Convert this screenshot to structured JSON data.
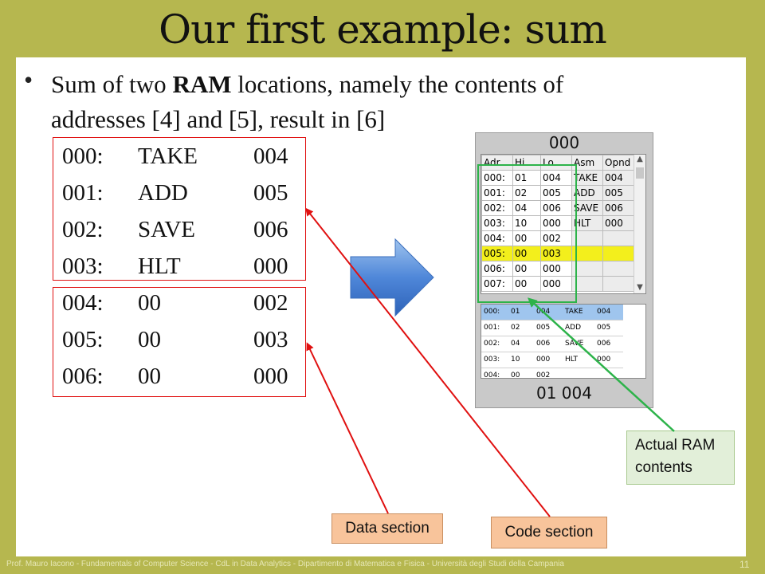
{
  "slide": {
    "title": "Our first example: sum",
    "bullet": "Sum of two RAM locations, namely the contents of addresses [4] and [5], result in [6]",
    "bullet_parts": [
      "Sum of two ",
      "RAM",
      " locations, namely the contents of",
      "addresses [4] and [5], result in [6]"
    ],
    "footer": "Prof. Mauro Iacono - Fundamentals of Computer  Science - CdL in Data Analytics - Dipartimento di Matematica e Fisica - Università degli Studi della Campania",
    "page_number": "11"
  },
  "code_listing": [
    {
      "addr": "000:",
      "op": "TAKE",
      "val": "004"
    },
    {
      "addr": "001:",
      "op": "ADD",
      "val": "005"
    },
    {
      "addr": "002:",
      "op": "SAVE",
      "val": "006"
    },
    {
      "addr": "003:",
      "op": "HLT",
      "val": "000"
    },
    {
      "addr": "004:",
      "op": "00",
      "val": "002"
    },
    {
      "addr": "005:",
      "op": "00",
      "val": "003"
    },
    {
      "addr": "006:",
      "op": "00",
      "val": "000"
    }
  ],
  "emulator": {
    "top_value": "000",
    "headers": [
      "Adr",
      "Hi",
      "Lo",
      "Asm",
      "Opnd"
    ],
    "rows": [
      {
        "adr": "000:",
        "hi": "01",
        "lo": "004",
        "asm": "TAKE",
        "opnd": "004"
      },
      {
        "adr": "001:",
        "hi": "02",
        "lo": "005",
        "asm": "ADD",
        "opnd": "005"
      },
      {
        "adr": "002:",
        "hi": "04",
        "lo": "006",
        "asm": "SAVE",
        "opnd": "006"
      },
      {
        "adr": "003:",
        "hi": "10",
        "lo": "000",
        "asm": "HLT",
        "opnd": "000"
      },
      {
        "adr": "004:",
        "hi": "00",
        "lo": "002",
        "asm": "",
        "opnd": ""
      },
      {
        "adr": "005:",
        "hi": "00",
        "lo": "003",
        "asm": "",
        "opnd": ""
      },
      {
        "adr": "006:",
        "hi": "00",
        "lo": "000",
        "asm": "",
        "opnd": ""
      },
      {
        "adr": "007:",
        "hi": "00",
        "lo": "000",
        "asm": "",
        "opnd": ""
      }
    ],
    "highlight_row_index": 5,
    "program_rows": [
      {
        "adr": "000:",
        "hi": "01",
        "lo": "004",
        "asm": "TAKE",
        "opnd": "004"
      },
      {
        "adr": "001:",
        "hi": "02",
        "lo": "005",
        "asm": "ADD",
        "opnd": "005"
      },
      {
        "adr": "002:",
        "hi": "04",
        "lo": "006",
        "asm": "SAVE",
        "opnd": "006"
      },
      {
        "adr": "003:",
        "hi": "10",
        "lo": "000",
        "asm": "HLT",
        "opnd": "000"
      },
      {
        "adr": "004:",
        "hi": "00",
        "lo": "002",
        "asm": "",
        "opnd": ""
      }
    ],
    "bottom_value": "01  004"
  },
  "labels": {
    "actual_ram": [
      "Actual RAM",
      "contents"
    ],
    "data_section": "Data section",
    "code_section": "Code section"
  },
  "colors": {
    "background": "#b6b74f",
    "highlight_row": "#f3ef1c",
    "green_box": "#2db34a",
    "red_box": "#e01010",
    "orange_label": "#f8c49b",
    "green_label": "#e2efd9"
  }
}
